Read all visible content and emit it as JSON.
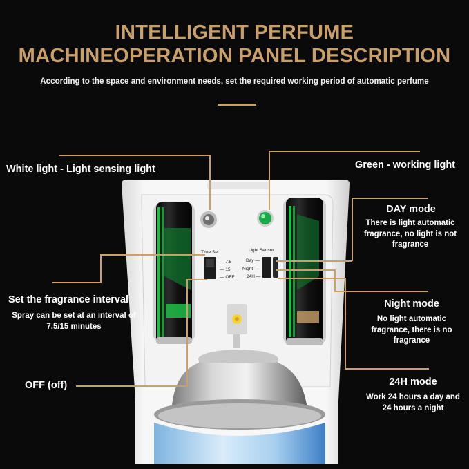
{
  "title": {
    "line1": "INTELLIGENT PERFUME",
    "line2": "MACHINEOPERATION PANEL DESCRIPTION"
  },
  "subtitle": "According to the space and environment needs, set the required working period of automatic perfume",
  "labels": {
    "white_light": "White light - Light sensing light",
    "green_light": "Green - working light",
    "day_mode": {
      "heading": "DAY mode",
      "desc": "There is light automatic fragrance, no light is not fragrance"
    },
    "fragrance_interval": {
      "heading": "Set the fragrance interval",
      "desc": "Spray can be set at an interval of 7.5/15 minutes"
    },
    "night_mode": {
      "heading": "Night mode",
      "desc": "No light automatic fragrance, there is no fragrance"
    },
    "off": "OFF (off)",
    "h24_mode": {
      "heading": "24H mode",
      "desc": "Work 24 hours a day and 24 hours a night"
    }
  },
  "panel": {
    "time_set": {
      "label": "Time Set",
      "options": [
        "7.5",
        "15",
        "OFF"
      ]
    },
    "light_sensor": {
      "label": "Light Sensor",
      "options": [
        "Day",
        "Night",
        "24H"
      ]
    }
  },
  "colors": {
    "accent": "#c9a06a",
    "background": "#0a0a0a",
    "text": "#ffffff",
    "green_led": "#1aa84a"
  }
}
